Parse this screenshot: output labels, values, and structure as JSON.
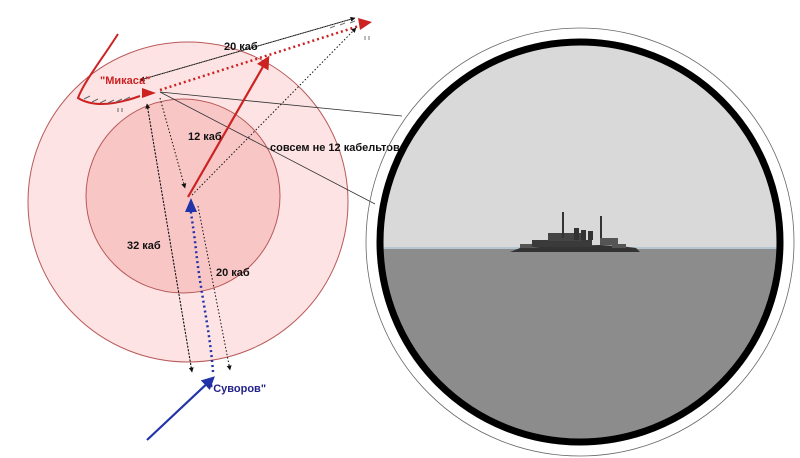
{
  "diagram": {
    "ships": {
      "mikasa": {
        "name": "\"Микаса\"",
        "color": "#cc2222"
      },
      "suvorov": {
        "name": "\"Суворов\"",
        "color": "#22228a"
      }
    },
    "labels": {
      "dist_top": "20 каб",
      "dist_12": "12 каб",
      "dist_32": "32 каб",
      "dist_20_lower": "20 каб",
      "callout": "совсем не 12 кабельтов"
    },
    "colors": {
      "outer_circle_fill": "#fde3e3",
      "inner_circle_fill": "#f9c6c6",
      "circle_stroke": "#b85a5a",
      "red_arrow": "#cc2222",
      "blue_arrow": "#2233aa",
      "sky": "#d9d9d9",
      "sea": "#8c8c8c",
      "horizon": "#b7c7cf",
      "lens_ring": "#000000"
    }
  }
}
